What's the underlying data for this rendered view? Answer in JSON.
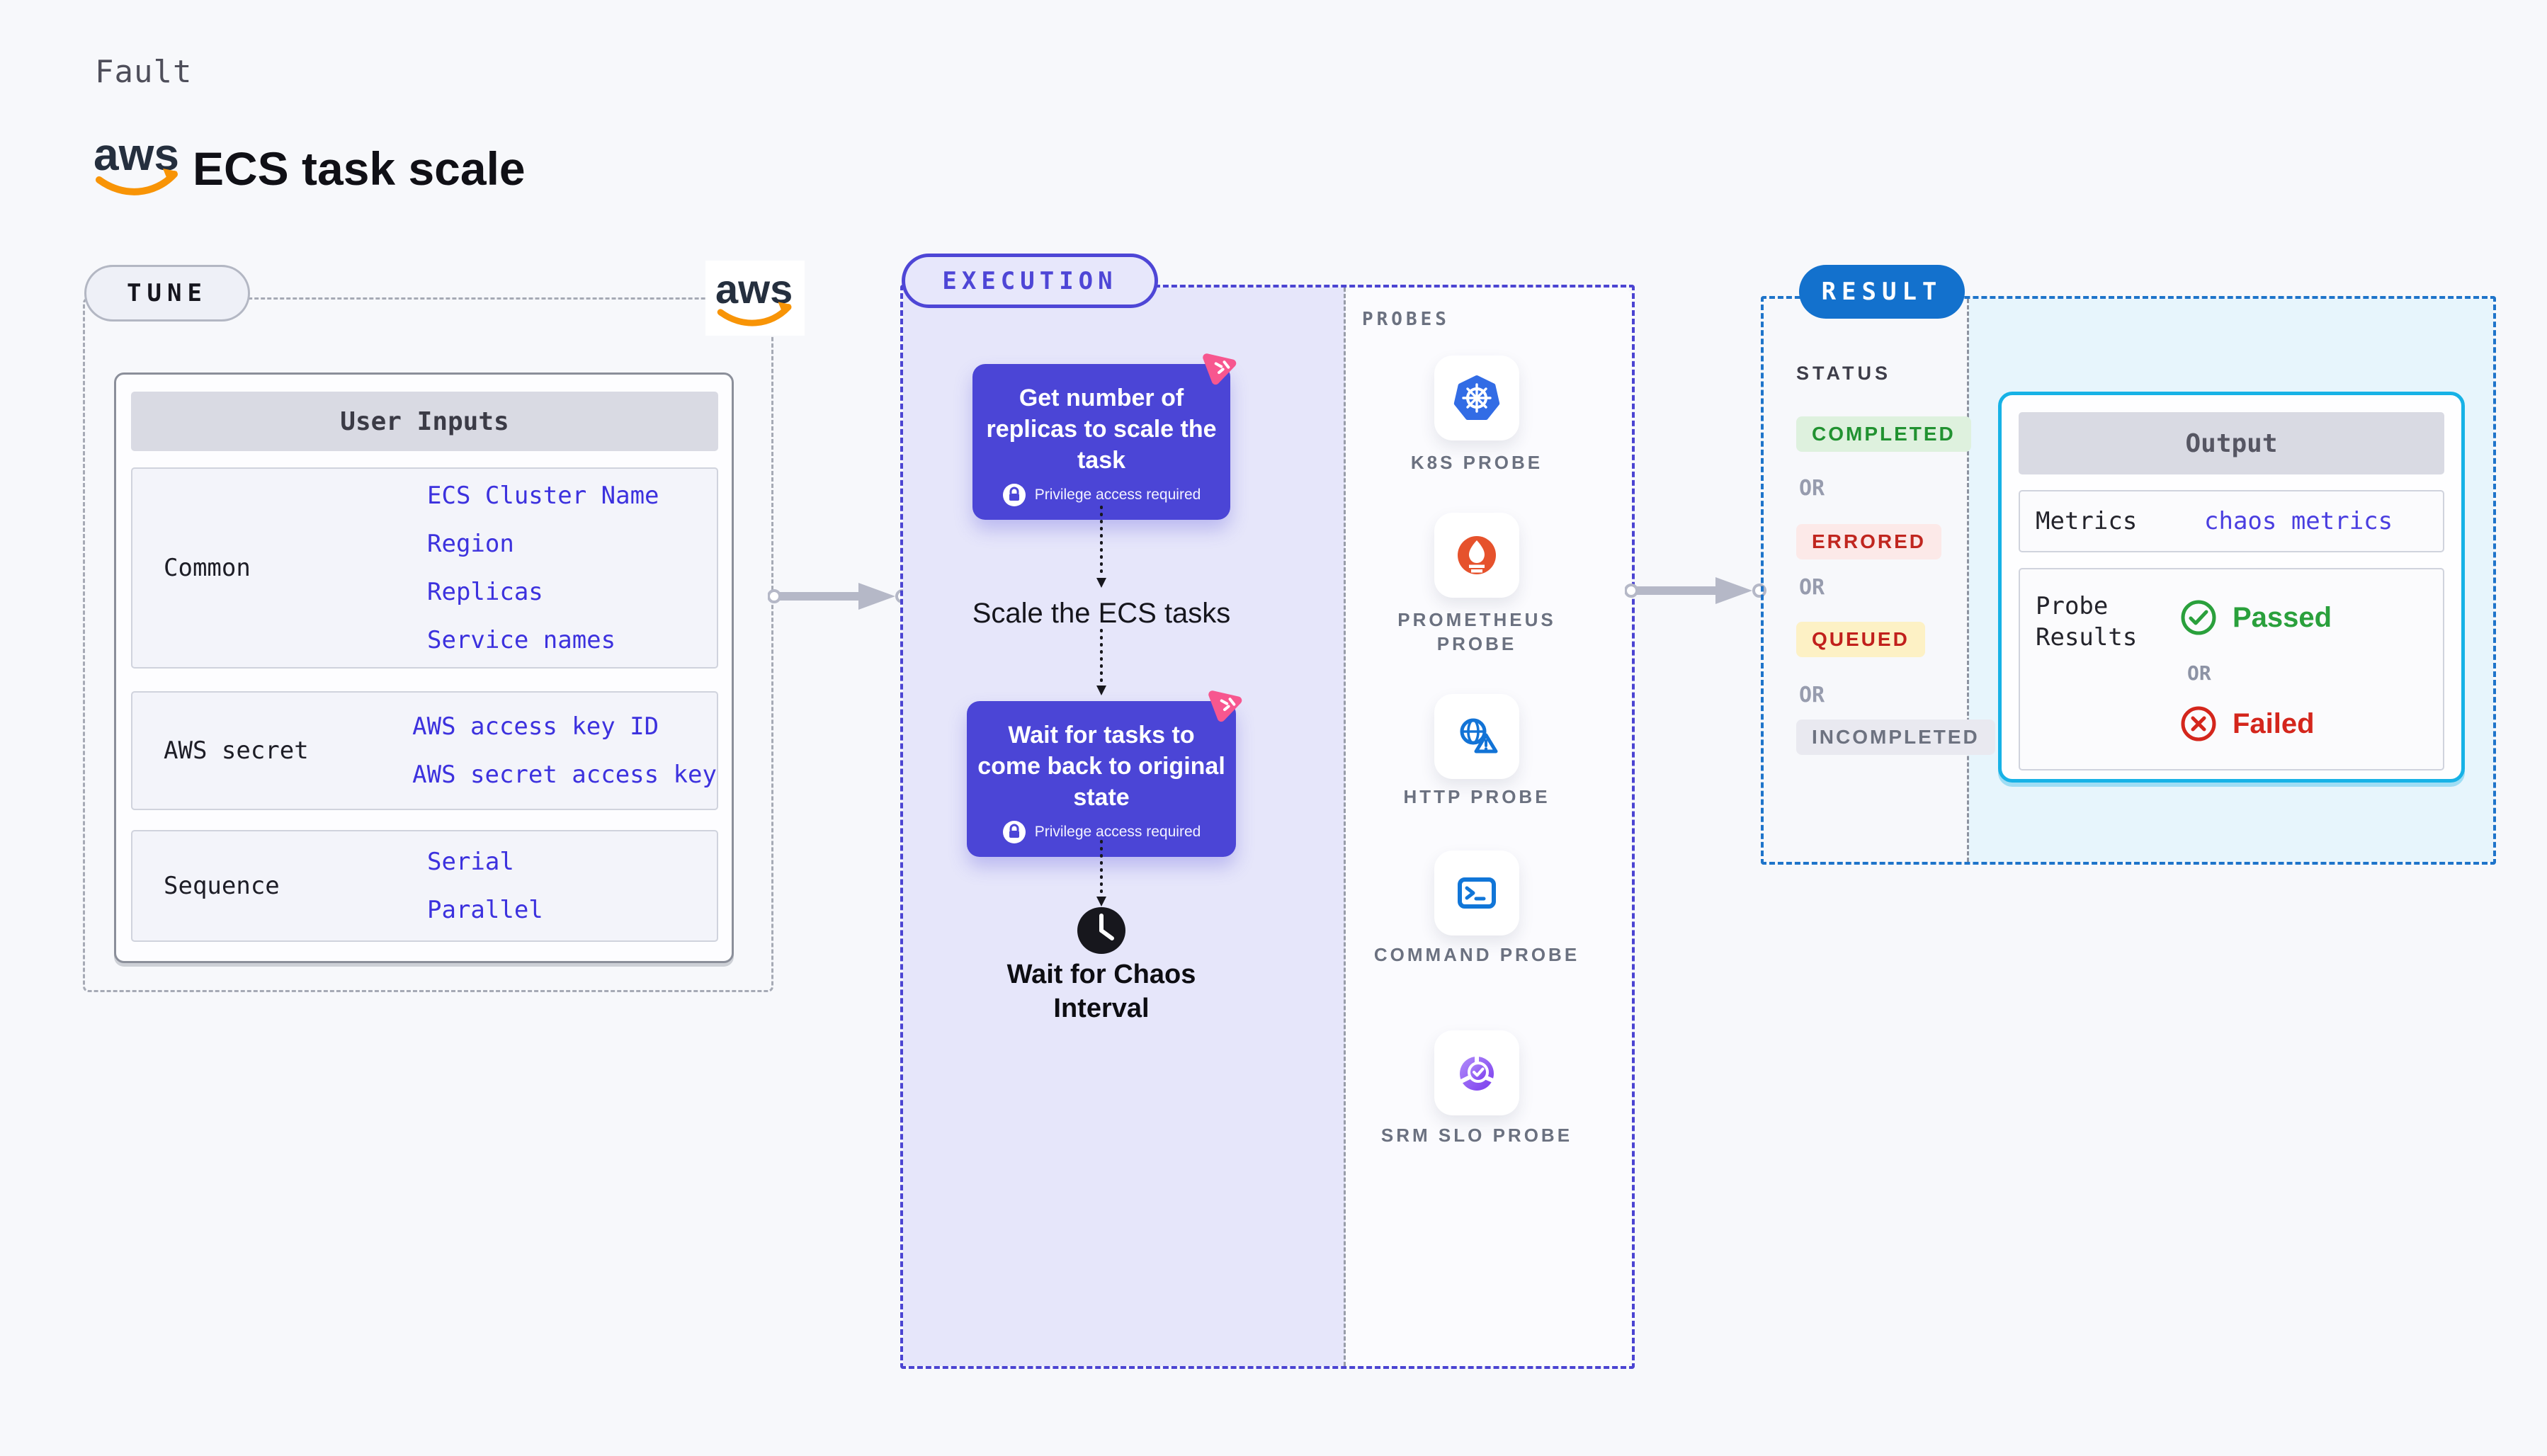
{
  "header": {
    "kicker": "Fault",
    "title": "ECS task scale",
    "aws_logo": "aws"
  },
  "tune": {
    "pill": "TUNE",
    "table_title": "User Inputs",
    "groups": [
      {
        "label": "Common",
        "values": [
          "ECS Cluster Name",
          "Region",
          "Replicas",
          "Service names"
        ]
      },
      {
        "label": "AWS secret",
        "values": [
          "AWS access key ID",
          "AWS secret access key"
        ]
      },
      {
        "label": "Sequence",
        "values": [
          "Serial",
          "Parallel"
        ]
      }
    ]
  },
  "execution": {
    "pill": "EXECUTION",
    "step1": "Get number of replicas to scale the task",
    "privilege_note": "Privilege access required",
    "mid_step": "Scale the ECS tasks",
    "step2": "Wait for tasks to come back to original state",
    "wait_label": "Wait for Chaos Interval"
  },
  "probes": {
    "title": "PROBES",
    "items": [
      {
        "icon": "kubernetes-icon",
        "label": "K8S PROBE"
      },
      {
        "icon": "prometheus-icon",
        "label": "PROMETHEUS PROBE"
      },
      {
        "icon": "http-globe-icon",
        "label": "HTTP PROBE"
      },
      {
        "icon": "terminal-icon",
        "label": "COMMAND PROBE"
      },
      {
        "icon": "slo-donut-icon",
        "label": "SRM SLO PROBE"
      }
    ]
  },
  "result": {
    "pill": "RESULT",
    "status_title": "STATUS",
    "or_label": "OR",
    "statuses": [
      {
        "label": "COMPLETED",
        "color": "#219231",
        "bg": "#def1de"
      },
      {
        "label": "ERRORED",
        "color": "#c0261f",
        "bg": "#fce9e8"
      },
      {
        "label": "QUEUED",
        "color": "#c1201c",
        "bg": "#fdf1c5"
      },
      {
        "label": "INCOMPLETED",
        "color": "#6d7280",
        "bg": "#e9e9f0"
      }
    ],
    "output": {
      "title": "Output",
      "metrics_label": "Metrics",
      "metrics_value": "chaos metrics",
      "probe_results_label": "Probe Results",
      "passed": "Passed",
      "or": "OR",
      "failed": "Failed"
    }
  },
  "colors": {
    "page_bg": "#f7f8fb",
    "indigo_step": "#4b45d6",
    "execution_accent": "#4e46d6",
    "execution_tint": "#e6e6fa",
    "result_blue": "#1371cd",
    "cyan_border": "#17b2e6",
    "cyan_bg": "#e7f5fc",
    "value_indigo": "#3c31de",
    "link_indigo": "#4a3ee0",
    "passed_green": "#2aa03c",
    "failed_red": "#d4261c",
    "pink_fault": "#f7578f",
    "aws_orange": "#f89406",
    "gray_label": "#6b7180"
  }
}
